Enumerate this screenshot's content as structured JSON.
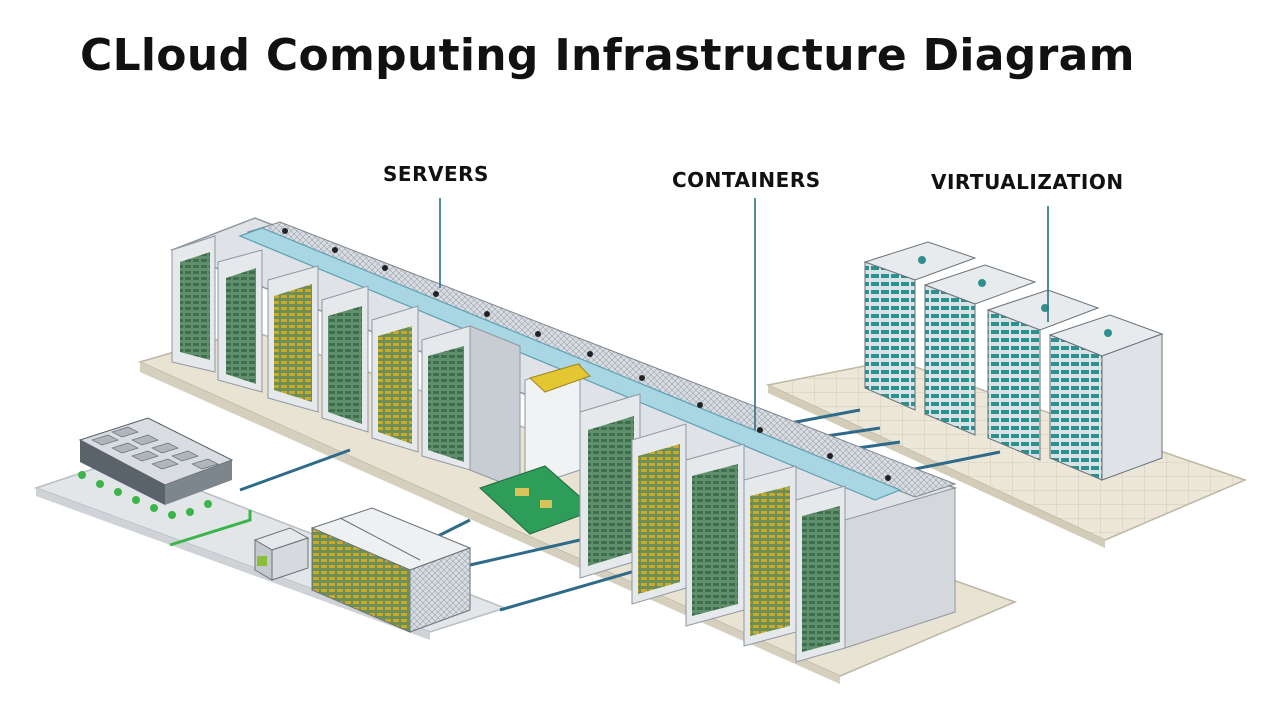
{
  "title": "CLloud Computing Infrastructure Diagram",
  "callouts": {
    "servers": "SERVERS",
    "containers": "CONTAINERS",
    "virtualization": "VIRTUALIZATION"
  },
  "colors": {
    "floor": "#e8e3d3",
    "floor_grid": "#d2ccb8",
    "cabinet": "#e6e9ec",
    "cabinet_side": "#c8cdd3",
    "rack_panel": "#5d8c68",
    "duct": "#a8d6e3",
    "cable": "#2e6b8a",
    "green_cable": "#3bb54a",
    "server_teal": "#2f8f8f",
    "callout_line": "#2a6f86"
  },
  "icons": [
    "server-rack-icon",
    "storage-array-icon",
    "cooling-unit-icon",
    "power-unit-icon",
    "pcb-board-icon"
  ]
}
